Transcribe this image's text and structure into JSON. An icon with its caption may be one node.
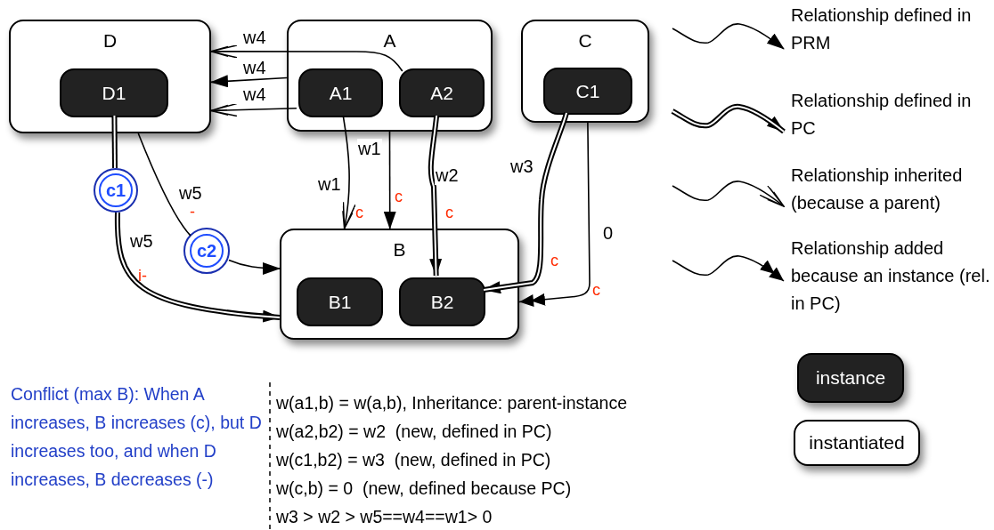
{
  "diagram": {
    "nodes": [
      {
        "text": [
          "D"
        ]
      },
      {
        "text": [
          "D1"
        ],
        "in": 0
      },
      {
        "text": [
          "A"
        ]
      },
      {
        "text": [
          "A1"
        ],
        "in": 2
      },
      {
        "text": [
          "A2"
        ],
        "in": 2
      },
      {
        "text": [
          "C"
        ]
      },
      {
        "text": [
          "C1"
        ],
        "in": 5
      },
      {
        "text": [
          "B"
        ]
      },
      {
        "text": [
          "B1"
        ],
        "in": 7
      },
      {
        "text": [
          "B2"
        ],
        "in": 7
      },
      {
        "text": [
          "c1"
        ]
      },
      {
        "text": [
          "c2"
        ]
      },
      {
        "text": [
          "instance"
        ]
      },
      {
        "text": [
          "instantiated"
        ]
      }
    ],
    "edges": [
      {
        "from": 4,
        "to": 0,
        "arrow": "to",
        "label": "w4"
      },
      {
        "from": 2,
        "to": 0,
        "arrow": "to",
        "label": "w4"
      },
      {
        "from": 3,
        "to": 0,
        "arrow": "to",
        "label": "w4"
      },
      {
        "from": 3,
        "to": 7,
        "arrow": "to",
        "label": "w1"
      },
      {
        "from": 2,
        "to": 7,
        "arrow": "to",
        "label": "w1"
      },
      {
        "from": 4,
        "to": 9,
        "arrow": "to",
        "label": "w2",
        "style": "thick"
      },
      {
        "from": 1,
        "to": 10,
        "arrow": "none",
        "style": "thick"
      },
      {
        "from": 10,
        "to": 7,
        "arrow": "to",
        "label": "w5",
        "style": "thick"
      },
      {
        "from": 0,
        "to": 11,
        "arrow": "none",
        "label": "w5"
      },
      {
        "from": 11,
        "to": 7,
        "arrow": "to"
      },
      {
        "from": 6,
        "to": 9,
        "arrow": "to",
        "label": "w3",
        "style": "thick"
      },
      {
        "from": 5,
        "to": 7,
        "arrow": "to",
        "label": "0"
      }
    ],
    "labels": [
      "c",
      "c",
      "c",
      "-",
      "i-",
      "c",
      "c",
      "Conflict (max B): When A increases, B increases (c), but D increases too, and when D increases, B decreases (-)",
      "w(a1,b) = w(a,b), Inheritance: parent-instance",
      "w(a2,b2) = w2  (new, defined in PC)",
      "w(c1,b2) = w3  (new, defined in PC)",
      "w(c,b) = 0  (new, defined because PC)",
      "w3 > w2 > w5==w4==w1> 0"
    ],
    "legend": [
      {
        "text": "Relationship defined in PRM"
      },
      {
        "text": "Relationship defined in PC"
      },
      {
        "text": "Relationship inherited (because a parent)"
      },
      {
        "text": "Relationship added because an instance (rel. in PC)"
      }
    ]
  }
}
